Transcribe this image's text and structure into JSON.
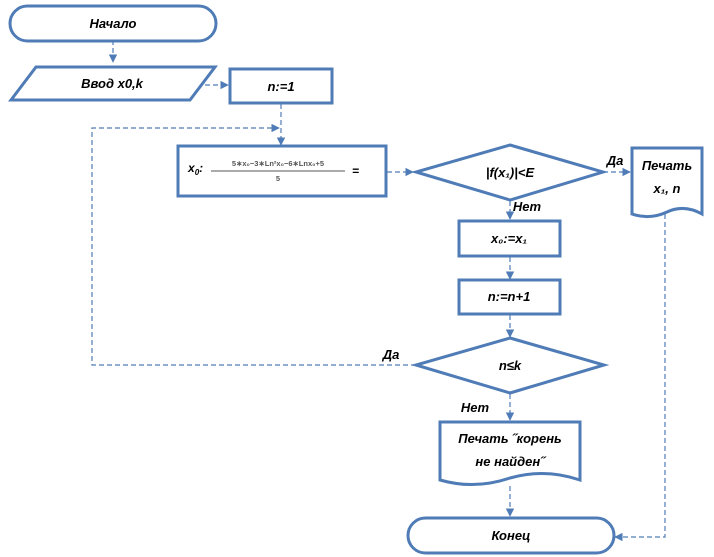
{
  "nodes": {
    "start": "Начало",
    "input": "Ввод x0,k",
    "init_n": "n:=1",
    "assign_x1": {
      "prefix": "x",
      "prefix_sub": "0",
      "prefix_colon": ":",
      "numerator": "5∗x₀−3∗Ln²x₀−6∗Lnx₀+5",
      "denominator": "5",
      "suffix": "="
    },
    "check_accuracy": "|f(x₁)|<E",
    "print_result": {
      "line1": "Печать",
      "line2": "x₁, n"
    },
    "assign_x0": "x₀:=x₁",
    "increment_n": "n:=n+1",
    "check_limit": "n≤k",
    "print_not_found": {
      "line1": "Печать ˝корень",
      "line2": "не найден˝"
    },
    "end": "Конец"
  },
  "edge_labels": {
    "accuracy_yes": "Да",
    "accuracy_no": "Нет",
    "limit_yes": "Да",
    "limit_no": "Нет"
  },
  "colors": {
    "stroke": "#4f7cb6",
    "fill": "#ffffff",
    "text": "#000000"
  }
}
